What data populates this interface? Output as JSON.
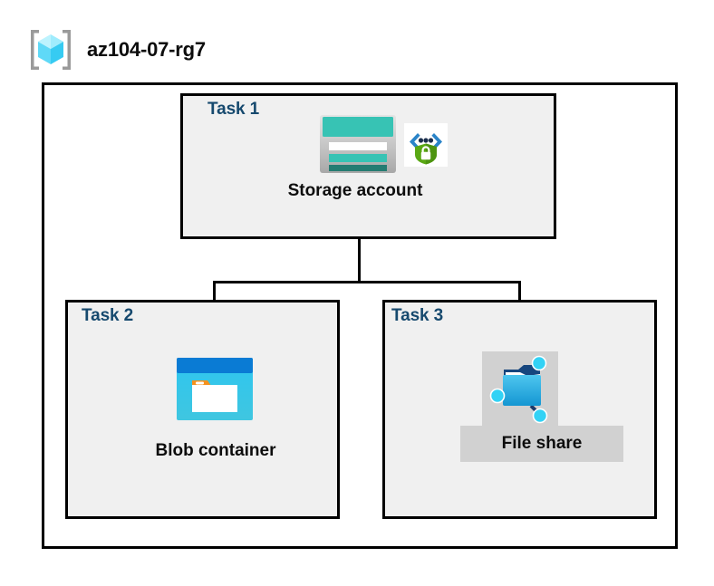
{
  "diagram": {
    "resource_group": {
      "name": "az104-07-rg7",
      "icon": "azure-resource-group-icon"
    },
    "tasks": [
      {
        "label": "Task 1",
        "node": {
          "caption": "Storage account",
          "icon": "azure-storage-account-icon",
          "badge_icon": "private-endpoint-shield-icon",
          "highlighted": false
        }
      },
      {
        "label": "Task 2",
        "node": {
          "caption": "Blob container",
          "icon": "azure-blob-container-icon",
          "badge_icon": null,
          "highlighted": false
        }
      },
      {
        "label": "Task 3",
        "node": {
          "caption": "File share",
          "icon": "azure-file-share-icon",
          "badge_icon": null,
          "highlighted": true
        }
      }
    ],
    "colors": {
      "task_label": "#16496e",
      "box_fill": "#f0f0f0",
      "box_border": "#000000",
      "frame_fill": "#ffffff",
      "highlight": "#d1d1d1",
      "storage_teal": "#37c3b4",
      "storage_teal_dark": "#2a8f84",
      "blob_blue": "#0a7bd4",
      "blob_cyan": "#32c8ef",
      "blob_orange": "#f5921e",
      "fileshare_blue": "#32b4e6",
      "node_cyan": "#32d2f5",
      "shield_green": "#5aa814",
      "bracket_blue": "#2a84c8",
      "rg_cube_cyan": "#76e3fa",
      "rg_bracket_gray": "#9a9a9a"
    }
  }
}
